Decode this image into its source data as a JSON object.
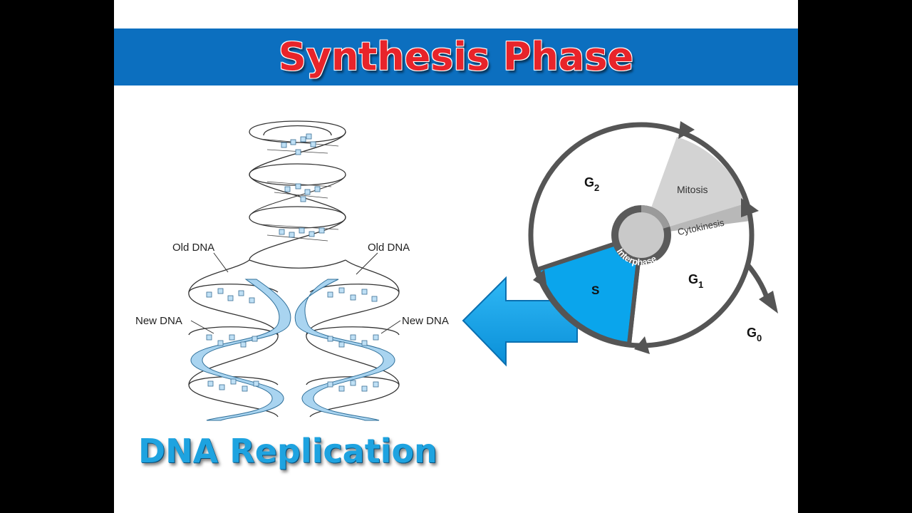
{
  "slide": {
    "title": "Synthesis Phase",
    "subtitle": "DNA Replication"
  },
  "dna_figure": {
    "labels": {
      "old_left": "Old DNA",
      "old_right": "Old DNA",
      "new_left": "New DNA",
      "new_right": "New DNA"
    }
  },
  "cell_cycle": {
    "phases": {
      "g2": "G",
      "g2_sub": "2",
      "mitosis": "Mitosis",
      "cytokinesis": "Cytokinesis",
      "interphase": "Interphase",
      "s": "S",
      "g1": "G",
      "g1_sub": "1",
      "g0": "G",
      "g0_sub": "0"
    }
  },
  "colors": {
    "background": "#000000",
    "slide": "#ffffff",
    "title_band": "#0c6fbf",
    "title_text": "#e8242a",
    "subtitle_text": "#1ea3e0",
    "new_dna": "#a9d4f0",
    "s_phase": "#0aa5ec",
    "cycle_gray": "#555555",
    "mitosis_gray": "#d3d3d3"
  }
}
